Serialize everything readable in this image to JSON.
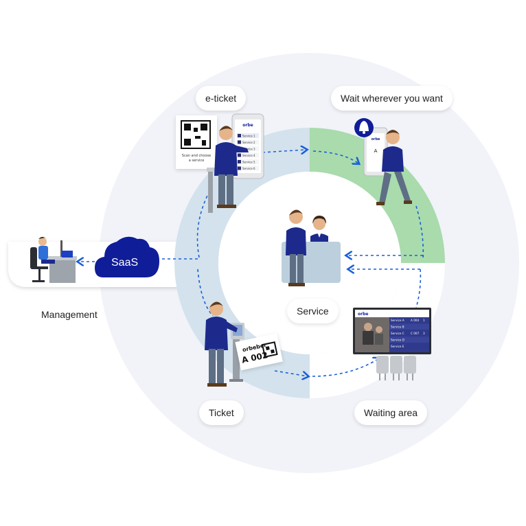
{
  "labels": {
    "e_ticket": "e-ticket",
    "wait": "Wait wherever you want",
    "service": "Service",
    "ticket": "Ticket",
    "waiting_area": "Waiting area",
    "management": "Management",
    "saas": "SaaS"
  },
  "qr_card": {
    "line1": "Scan and choose",
    "line2": "a service"
  },
  "phone": {
    "brand": "orbe",
    "items": [
      "Service 1",
      "Service 2",
      "Service 3",
      "Service 4",
      "Service 5",
      "Service 6"
    ]
  },
  "ticket_slip": {
    "brand": "orbeber",
    "number": "A 002"
  },
  "display_board": {
    "brand": "orbe",
    "rows": [
      {
        "service": "Service A",
        "ticket": "A 004",
        "desk": "1"
      },
      {
        "service": "Service B",
        "ticket": "",
        "desk": ""
      },
      {
        "service": "Service C",
        "ticket": "C 007",
        "desk": "3"
      },
      {
        "service": "Service D",
        "ticket": "",
        "desk": ""
      },
      {
        "service": "Service E",
        "ticket": "",
        "desk": ""
      }
    ]
  },
  "colors": {
    "ring_blue": "#d3e2ec",
    "ring_green": "#a9dbad",
    "ring_white": "#ffffff",
    "bg_circle": "#f1f3f8",
    "brand_navy": "#0f1d99",
    "arrow_blue": "#1a5fd6",
    "suit": "#1d2a8c"
  }
}
